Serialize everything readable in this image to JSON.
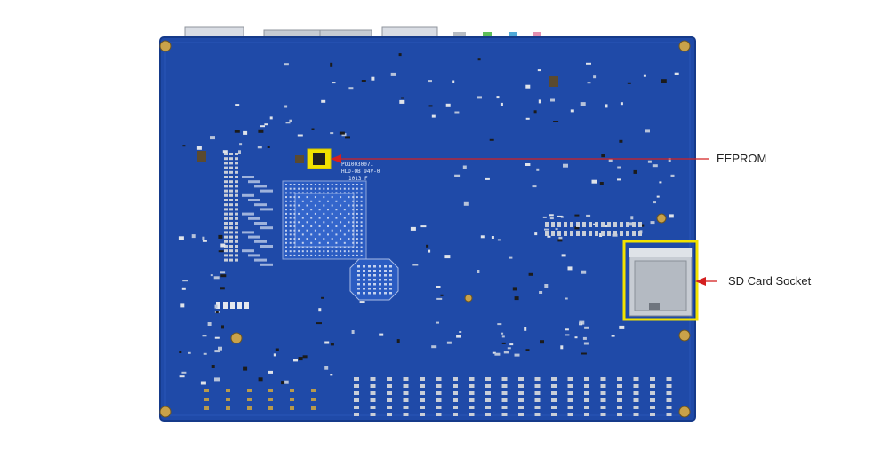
{
  "callouts": [
    {
      "id": "eeprom",
      "label": "EEPROM"
    },
    {
      "id": "sd_card",
      "label": "SD Card Socket"
    }
  ],
  "board": {
    "silkscreen": [
      "PO1003007I",
      "HLD-OB 94V-0",
      "1013 F"
    ]
  },
  "colors": {
    "board": "#1f4aa8",
    "board_dark": "#173a86",
    "highlight": "#f2e200",
    "arrow": "#d42020",
    "gold": "#c9a24a",
    "pad": "#c9ced8"
  }
}
